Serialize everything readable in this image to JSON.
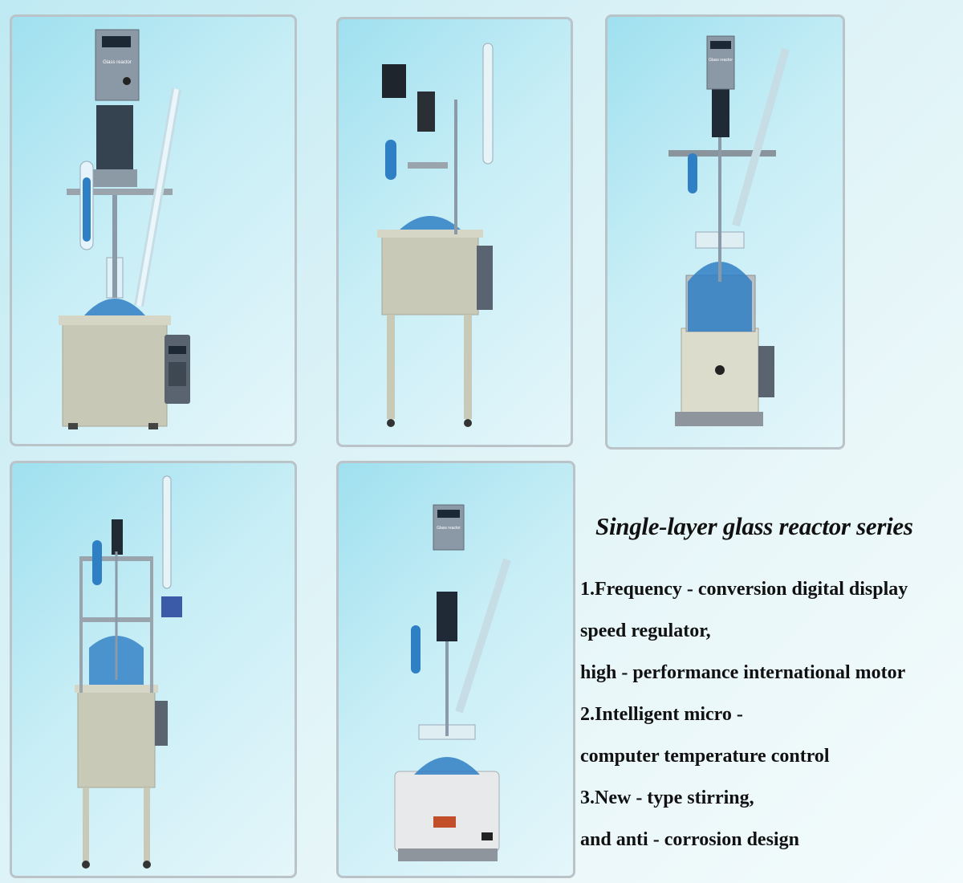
{
  "panels": [
    {
      "product": "single-layer glass reactor",
      "device_label": "Glass reactor",
      "stand": "benchtop heating bath"
    },
    {
      "product": "single-layer glass reactor",
      "device_label": "",
      "stand": "floor frame with casters"
    },
    {
      "product": "single-layer glass reactor",
      "device_label": "Glass reactor",
      "stand": "steel heating pot"
    },
    {
      "product": "single-layer glass reactor",
      "device_label": "",
      "stand": "tall frame with casters"
    },
    {
      "product": "single-layer glass reactor",
      "device_label": "Glass reactor",
      "stand": "round heating mantle"
    }
  ],
  "heading": "Single-layer glass reactor series",
  "features": [
    "1.Frequency - conversion digital display",
    "speed regulator,",
    "high - performance international motor",
    "2.Intelligent micro -",
    "computer temperature control",
    "3.New - type stirring,",
    "and anti - corrosion design"
  ],
  "colors": {
    "background": "#cdeef5",
    "panel_border": "#b9c3c8",
    "liquid": "#2f7fc4",
    "housing": "#c9c9b8"
  }
}
